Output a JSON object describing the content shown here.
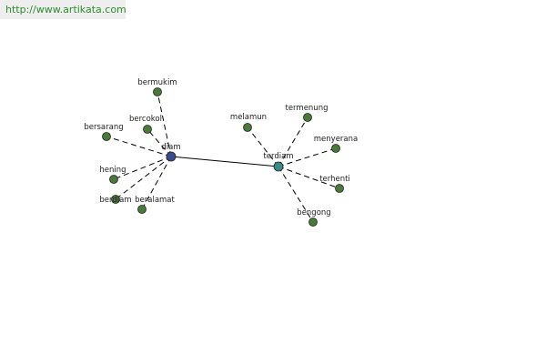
{
  "banner": {
    "url": "http://www.artikata.com",
    "text_color": "#2e8b2e"
  },
  "colors": {
    "hub_primary": "#3a4a8c",
    "hub_secondary": "#3a8a8a",
    "leaf": "#4a7a3a",
    "node_stroke": "#222222",
    "edge": "#000000"
  },
  "diagram": {
    "nodes": [
      {
        "id": "diam",
        "label": "diam",
        "kind": "hub_primary"
      },
      {
        "id": "terdiam",
        "label": "terdiam",
        "kind": "hub_secondary"
      },
      {
        "id": "bermukim",
        "label": "bermukim",
        "kind": "leaf"
      },
      {
        "id": "bersarang",
        "label": "bersarang",
        "kind": "leaf"
      },
      {
        "id": "bercokol",
        "label": "bercokol",
        "kind": "leaf"
      },
      {
        "id": "hening",
        "label": "hening",
        "kind": "leaf"
      },
      {
        "id": "berdiam",
        "label": "berdiam",
        "kind": "leaf"
      },
      {
        "id": "beralamat",
        "label": "beralamat",
        "kind": "leaf"
      },
      {
        "id": "melamun",
        "label": "melamun",
        "kind": "leaf"
      },
      {
        "id": "termenung",
        "label": "termenung",
        "kind": "leaf"
      },
      {
        "id": "menyerana",
        "label": "menyerana",
        "kind": "leaf"
      },
      {
        "id": "terhenti",
        "label": "terhenti",
        "kind": "leaf"
      },
      {
        "id": "bengong",
        "label": "bengong",
        "kind": "leaf"
      }
    ],
    "edges": [
      {
        "from": "diam",
        "to": "terdiam",
        "style": "solid"
      },
      {
        "from": "diam",
        "to": "bermukim",
        "style": "dashed"
      },
      {
        "from": "diam",
        "to": "bersarang",
        "style": "dashed"
      },
      {
        "from": "diam",
        "to": "bercokol",
        "style": "dashed"
      },
      {
        "from": "diam",
        "to": "hening",
        "style": "dashed"
      },
      {
        "from": "diam",
        "to": "berdiam",
        "style": "dashed"
      },
      {
        "from": "diam",
        "to": "beralamat",
        "style": "dashed"
      },
      {
        "from": "terdiam",
        "to": "melamun",
        "style": "dashed"
      },
      {
        "from": "terdiam",
        "to": "termenung",
        "style": "dashed"
      },
      {
        "from": "terdiam",
        "to": "menyerana",
        "style": "dashed"
      },
      {
        "from": "terdiam",
        "to": "terhenti",
        "style": "dashed"
      },
      {
        "from": "terdiam",
        "to": "bengong",
        "style": "dashed"
      }
    ]
  }
}
